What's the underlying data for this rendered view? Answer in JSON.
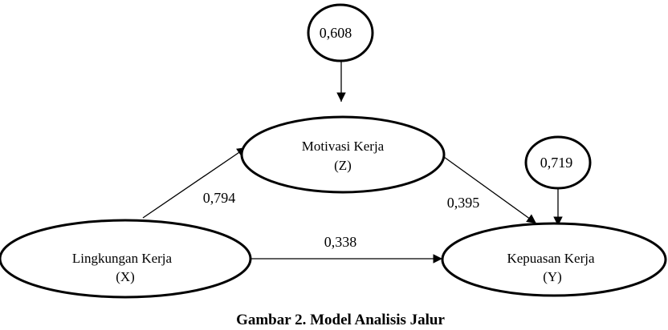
{
  "nodes": {
    "motivasi": {
      "label": "Motivasi Kerja",
      "code": "(Z)"
    },
    "lingkungan": {
      "label": "Lingkungan Kerja",
      "code": "(X)"
    },
    "kepuasan": {
      "label": "Kepuasan Kerja",
      "code": "(Y)"
    }
  },
  "errors": {
    "motivasi": "0,608",
    "kepuasan": "0,719"
  },
  "paths": {
    "x_to_z": "0,794",
    "z_to_y": "0,395",
    "x_to_y": "0,338"
  },
  "caption": "Gambar 2. Model Analisis Jalur"
}
